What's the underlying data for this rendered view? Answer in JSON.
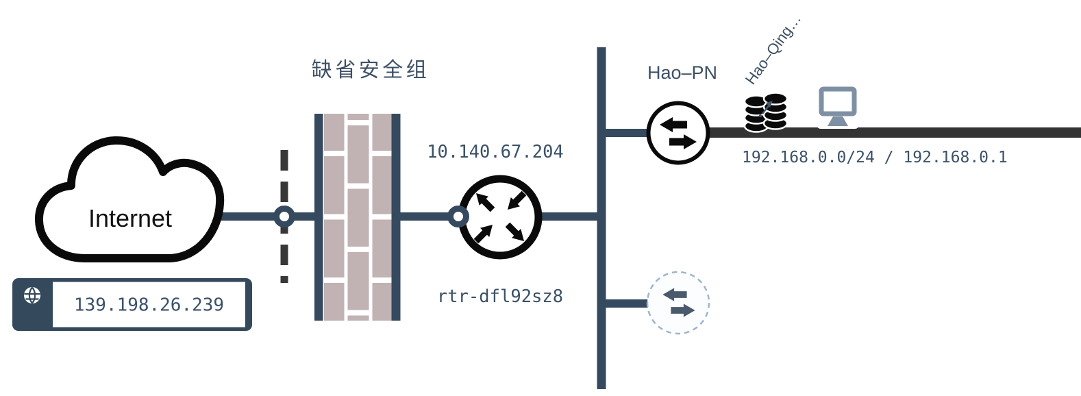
{
  "nodes": {
    "internet": {
      "label": "Internet"
    },
    "public_ip_badge": {
      "ip": "139.198.26.239",
      "icon": "globe-icon"
    },
    "security_group": {
      "label": "缺省安全组"
    },
    "router": {
      "ip": "10.140.67.204",
      "name": "rtr-dfl92sz8"
    },
    "gateway": {
      "label": "Hao–PN"
    },
    "vpc": {
      "label": "Hao–Qing…"
    },
    "subnet": {
      "label": "192.168.0.0/24 / 192.168.0.1"
    }
  },
  "icons": [
    "cloud-icon",
    "globe-icon",
    "firewall-icon",
    "security-boundary-dashed-icon",
    "router-icon",
    "switch-icon",
    "database-icon",
    "monitor-icon",
    "dashed-switch-icon"
  ],
  "colors": {
    "slate": "#354a5e",
    "charcoal": "#383838",
    "subnet_line": "#333333",
    "brick": "#c1b2b4",
    "node_black": "#0a0a0a",
    "monitor_gray": "#7e90a3",
    "dashed_node_border": "#9db5cd",
    "label_text": "#3a5168"
  }
}
